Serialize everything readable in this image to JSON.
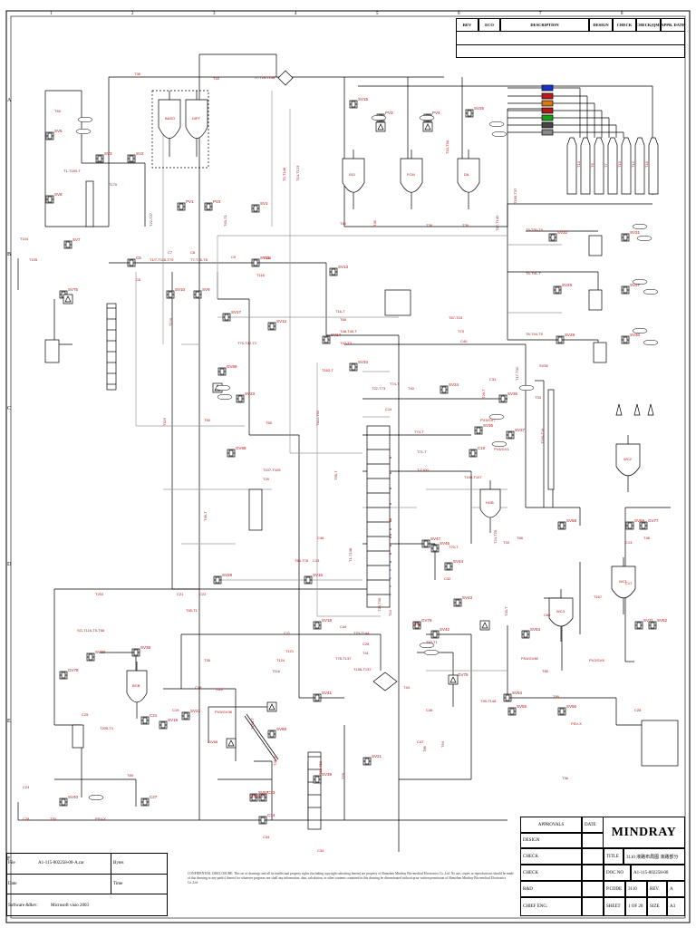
{
  "revision_table": {
    "headers": [
      "REV",
      "ECO",
      "DESCRIPTION",
      "DESIGN",
      "CHECK",
      "CHECK(QM)",
      "APPR. DATE"
    ]
  },
  "grid": {
    "columns": [
      "1",
      "2",
      "3",
      "4",
      "5",
      "6",
      "7",
      "8"
    ],
    "rows": [
      "A",
      "B",
      "C",
      "D",
      "E",
      "F"
    ]
  },
  "title_block": {
    "approvals": "APPROVALS",
    "date": "DATE",
    "company": "MINDRAY",
    "rows_left": [
      "DESIGN",
      "CHECK",
      "CHECK",
      "R&D",
      "CHIEF ENG."
    ],
    "title_label": "TITLE",
    "title_value": "3110 液路布局图 液路部分",
    "doc_no_label": "DOC NO",
    "doc_no_value": "A1-115-002258-00",
    "pcode_label": "P.CODE",
    "pcode_value": "3110",
    "rev_label": "REV.",
    "rev_value": "A",
    "sheet_label": "SHEET",
    "sheet_value": "1 OF 20",
    "size_label": "SIZE",
    "size_value": "A3"
  },
  "file_block": {
    "file_label": "File",
    "file_value": "A1-115-002258-00-A.rar",
    "bytes_label": "Bytes",
    "date_label": "Date",
    "time_label": "Time",
    "software_label": "Software &Rev:",
    "software_value": "Microsoft visio 2003"
  },
  "disclaimer": "CONFIDENTIAL DISCLOSURE: This set of drawings and all its intellectual property rights (including copyright subsisting herein) are property of Shenzhen Mindray Bio-medical Electronics Co.,Ltd. No use, copies or reproductions should be made of this drawing or any part(s) thereof for whatever purposes nor shall any information, data, calculation, or other contents contained in this drawing be disseminated without prior written permission of Shenzhen Mindray Bio-medical Electronics Co.,Ltd.",
  "components": {
    "chambers": [
      "BASO",
      "DIFF",
      "FCM",
      "DIL",
      "HGB",
      "WC2",
      "WC1",
      "WC3",
      "BGB"
    ],
    "valves": [
      "SV1",
      "SV2",
      "SV3",
      "SV4",
      "SV5",
      "SV6",
      "SV7",
      "SV8",
      "SV9",
      "SV10",
      "SV11",
      "SV12",
      "SV13",
      "SV14",
      "SV15",
      "SV16",
      "SV17",
      "SV18",
      "SV19",
      "SV20",
      "SV21",
      "SV22",
      "SV23",
      "SV24",
      "SV25",
      "SV26",
      "SV27",
      "SV28",
      "SV29",
      "SV30",
      "SV31",
      "SV32",
      "SV33",
      "SV34",
      "SV35",
      "SV36",
      "SV37",
      "SV38",
      "SV39",
      "SV40",
      "SV41",
      "SV42",
      "SV43",
      "SV44",
      "SV45",
      "SV46",
      "SV47",
      "SV48",
      "SV49",
      "SV50",
      "SV51",
      "SV52",
      "SV53",
      "SV54",
      "SV55",
      "SV56",
      "SV57",
      "SV58",
      "SV59",
      "SV60"
    ],
    "pumps": [
      "GV71",
      "GV72",
      "GV73",
      "GV74",
      "GV75",
      "GV76",
      "GV77",
      "GV78",
      "GV79"
    ],
    "reagent_bottles": 7
  }
}
